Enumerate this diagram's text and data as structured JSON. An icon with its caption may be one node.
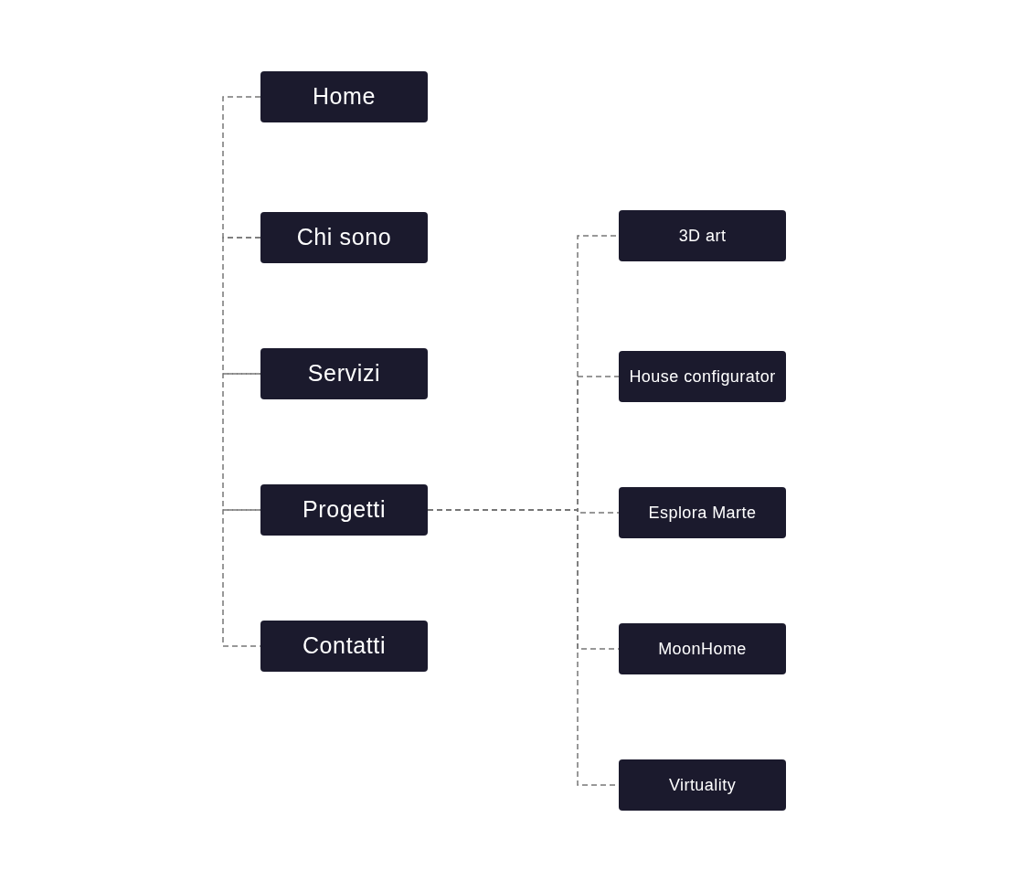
{
  "diagram": {
    "nodes": [
      {
        "text": [
          "Home"
        ]
      },
      {
        "text": [
          "Chi sono"
        ]
      },
      {
        "text": [
          "Servizi"
        ]
      },
      {
        "text": [
          "Progetti"
        ]
      },
      {
        "text": [
          "Contatti"
        ]
      },
      {
        "text": [
          "3D art"
        ]
      },
      {
        "text": [
          "House configurator"
        ]
      },
      {
        "text": [
          "Esplora Marte"
        ]
      },
      {
        "text": [
          "MoonHome"
        ]
      },
      {
        "text": [
          "Virtuality"
        ]
      }
    ],
    "edges": [
      {
        "from": 0,
        "to": 1,
        "arrow": "none",
        "style": "dashed"
      },
      {
        "from": 1,
        "to": 2,
        "arrow": "none",
        "style": "dashed"
      },
      {
        "from": 2,
        "to": 3,
        "arrow": "none",
        "style": "dashed"
      },
      {
        "from": 3,
        "to": 4,
        "arrow": "none",
        "style": "dashed"
      },
      {
        "from": 3,
        "to": 5,
        "arrow": "none",
        "style": "dashed"
      },
      {
        "from": 3,
        "to": 6,
        "arrow": "none",
        "style": "dashed"
      },
      {
        "from": 3,
        "to": 7,
        "arrow": "none",
        "style": "dashed"
      },
      {
        "from": 3,
        "to": 8,
        "arrow": "none",
        "style": "dashed"
      },
      {
        "from": 3,
        "to": 9,
        "arrow": "none",
        "style": "dashed"
      }
    ]
  }
}
